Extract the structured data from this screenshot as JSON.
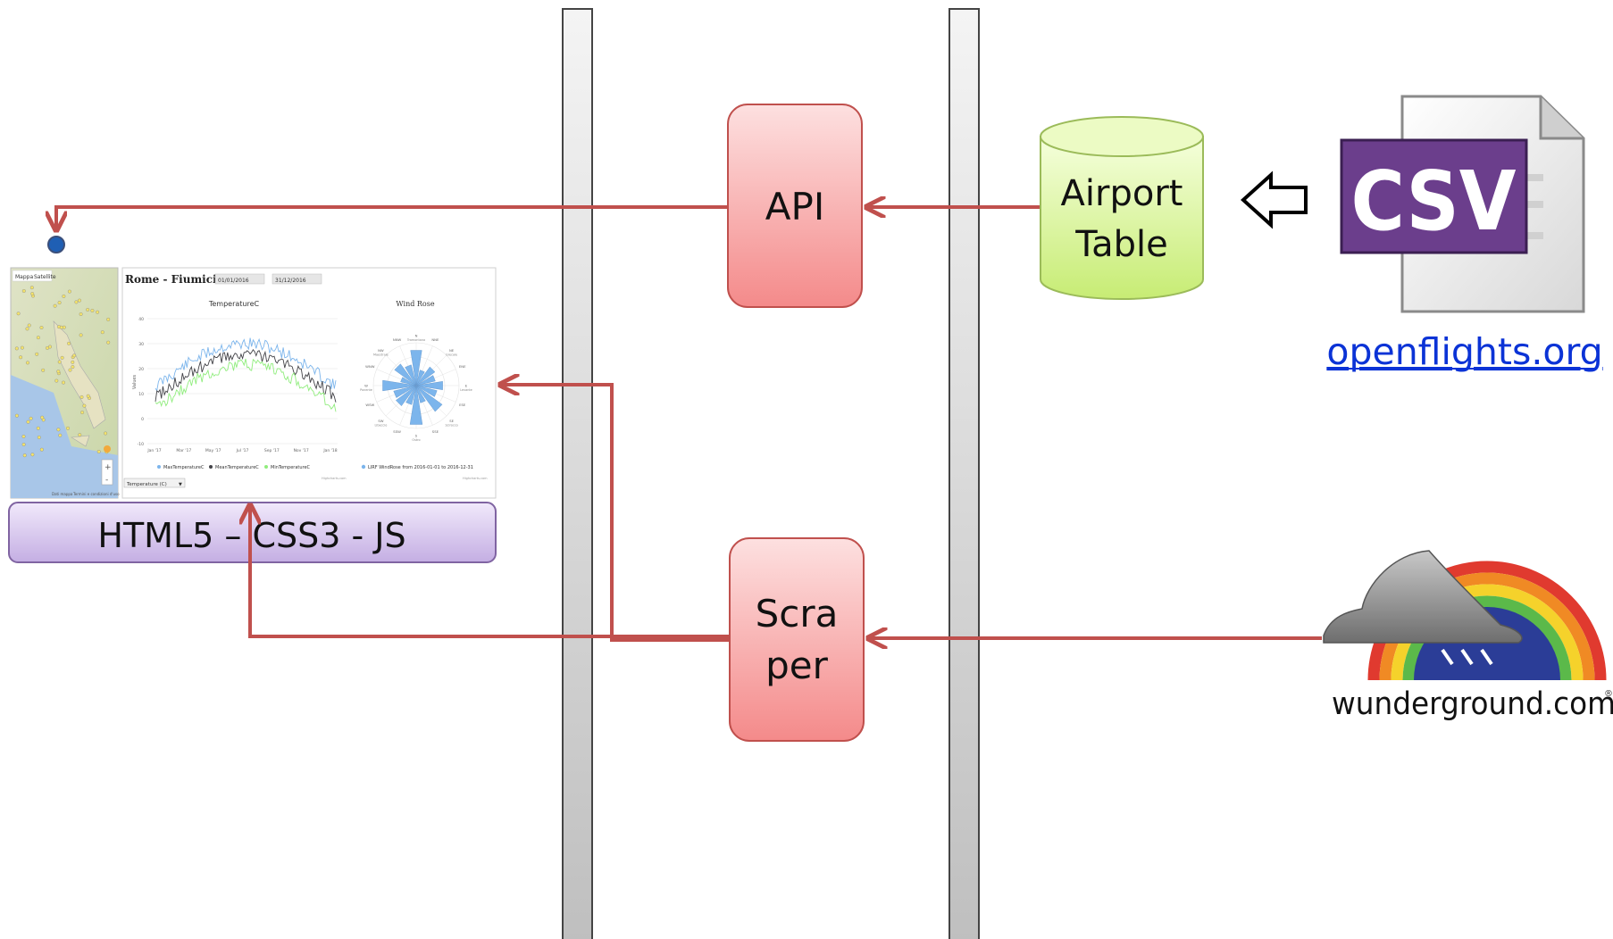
{
  "client": {
    "label": "HTML5 – CSS3 - JS",
    "map_tabs": [
      "Mappa",
      "Satellite"
    ],
    "dashboard_title": "Rome - Fiumicino",
    "date_from": "01/01/2016",
    "date_to": "31/12/2016",
    "temp_chart": {
      "title": "TemperatureC",
      "y_axis_label": "Values",
      "y_ticks": [
        "40",
        "30",
        "20",
        "10",
        "0",
        "-10"
      ],
      "x_ticks": [
        "Jan '17",
        "Mar '17",
        "May '17",
        "Jul '17",
        "Sep '17",
        "Nov '17",
        "Jan '18"
      ],
      "legend": [
        "MaxTemperatureC",
        "MeanTemperatureC",
        "MinTemperatureC"
      ],
      "select_value": "Temperature (C)",
      "credit": "Highcharts.com"
    },
    "wind_chart": {
      "title": "Wind Rose",
      "directions": [
        "N",
        "NNE",
        "NE",
        "ENE",
        "E",
        "ESE",
        "SE",
        "SSE",
        "S",
        "SSW",
        "SW",
        "WSW",
        "W",
        "WNW",
        "NW",
        "NNW"
      ],
      "wind_names": [
        "Tramontana",
        "Grecale",
        "Levante",
        "Scirocco",
        "Ostro",
        "Libeccio",
        "Ponente",
        "Maestrale"
      ],
      "legend": "LIRF WindRose from 2016-01-01 to 2016-12-31",
      "credit": "Highcharts.com"
    },
    "map_footer": [
      "Dati mappa",
      "Termini e condizioni d'uso"
    ]
  },
  "api_label": "API",
  "scraper_label_line1": "Scra",
  "scraper_label_line2": "per",
  "db_label_line1": "Airport",
  "db_label_line2": "Table",
  "csv_label": "CSV",
  "openflights_link": "openflights.org",
  "wunderground_label": "wunderground.com",
  "registered_mark": "®",
  "colors": {
    "arrow": "#c0504d",
    "api_fill": "#f5a3a3",
    "db_fill": "#d3f08c",
    "client_bar": "#c9b3e6",
    "csv_purple": "#6b3e8c",
    "link": "#0b33d6",
    "max_series": "#7cb5ec",
    "mean_series": "#434348",
    "min_series": "#90ed7d"
  }
}
